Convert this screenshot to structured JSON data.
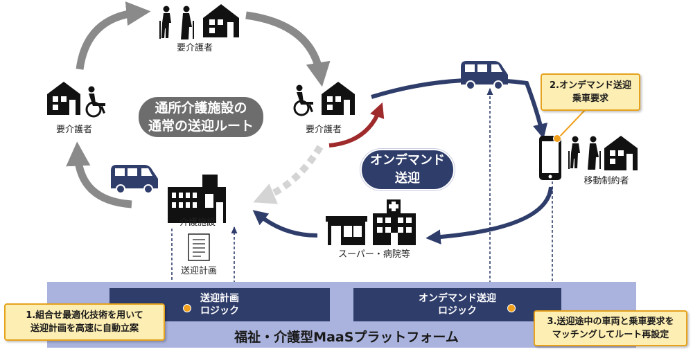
{
  "nodes": {
    "top_person": "要介護者",
    "left_person": "要介護者",
    "right_person": "要介護者",
    "facility": "介護施設",
    "plan_doc": "送迎計画",
    "mobility_person": "移動制約者",
    "supermarket_hospital": "スーパー・病院等"
  },
  "center_labels": {
    "regular_route_line1": "通所介護施設の",
    "regular_route_line2": "通常の送迎ルート",
    "on_demand_line1": "オンデマンド",
    "on_demand_line2": "送迎"
  },
  "platform": {
    "title": "福祉・介護型MaaSプラットフォーム",
    "plan_logic_line1": "送迎計画",
    "plan_logic_line2": "ロジック",
    "on_demand_logic_line1": "オンデマンド送迎",
    "on_demand_logic_line2": "ロジック"
  },
  "callouts": {
    "c1_line1": "1.組合せ最適化技術を用いて",
    "c1_line2": "送迎計画を高速に自動立案",
    "c2_line1": "2.オンデマンド送迎",
    "c2_line2": "乗車要求",
    "c3_line1": "3.送迎途中の車両と乗車要求を",
    "c3_line2": "マッチングしてルート再設定"
  },
  "colors": {
    "gray_arrow": "#8a8a8a",
    "light_gray_arrow": "#d4d4d4",
    "red_arrow": "#9e2a2b",
    "navy": "#2f3d6b",
    "platform_band": "#aab3dd",
    "callout_fill": "#fdeeb3",
    "callout_border": "#e6a21c"
  },
  "icons": [
    "house-icon",
    "wheelchair-person-icon",
    "elderly-walkers-icon",
    "van-icon",
    "facility-building-icon",
    "document-icon",
    "smartphone-icon",
    "supermarket-icon",
    "hospital-icon"
  ]
}
